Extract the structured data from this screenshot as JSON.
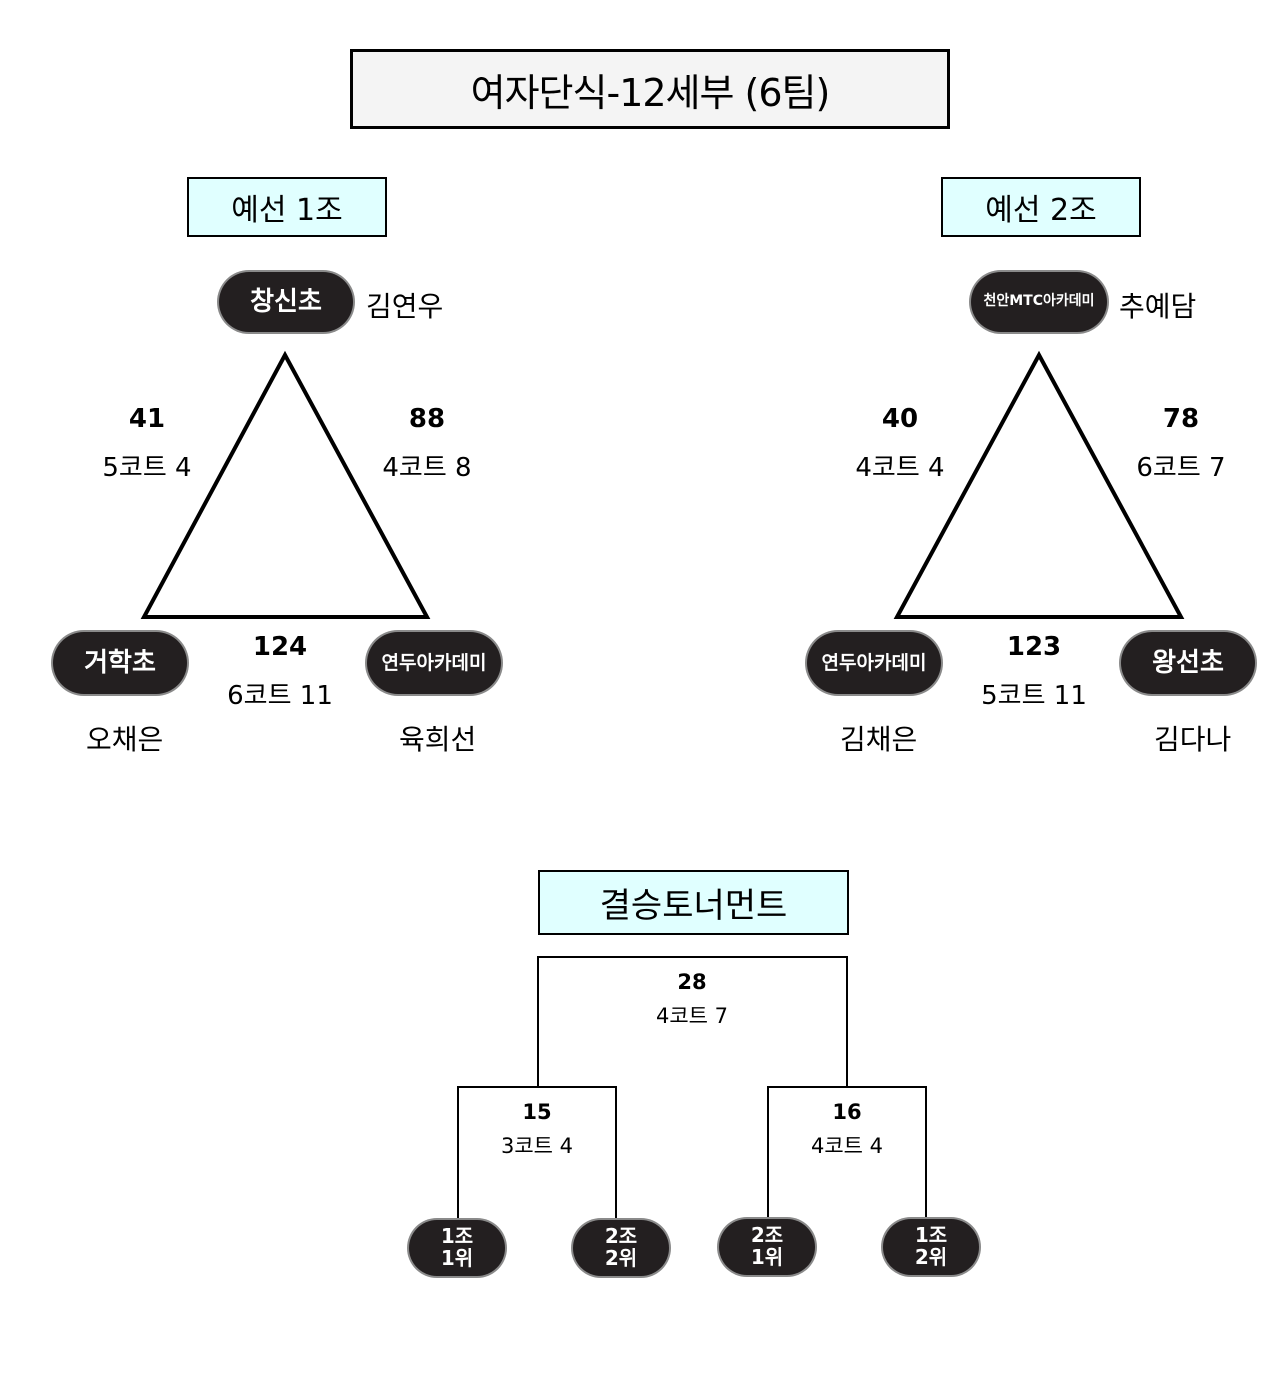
{
  "title": "여자단식-12세부 (6팀)",
  "group1": {
    "label": "예선 1조",
    "top": {
      "team": "창신초",
      "player": "김연우"
    },
    "left": {
      "team": "거학초",
      "player": "오채은"
    },
    "right": {
      "team": "연두아카데미",
      "player": "육희선"
    },
    "match_left": {
      "num": "41",
      "court": "5코트 4"
    },
    "match_right": {
      "num": "88",
      "court": "4코트 8"
    },
    "match_bottom": {
      "num": "124",
      "court": "6코트 11"
    }
  },
  "group2": {
    "label": "예선 2조",
    "top": {
      "team": "천안MTC아카데미",
      "player": "추예담"
    },
    "left": {
      "team": "연두아카데미",
      "player": "김채은"
    },
    "right": {
      "team": "왕선초",
      "player": "김다나"
    },
    "match_left": {
      "num": "40",
      "court": "4코트 4"
    },
    "match_right": {
      "num": "78",
      "court": "6코트 7"
    },
    "match_bottom": {
      "num": "123",
      "court": "5코트 11"
    }
  },
  "final": {
    "label": "결승토너먼트",
    "final_match": {
      "num": "28",
      "court": "4코트 7"
    },
    "semi_left": {
      "num": "15",
      "court": "3코트 4"
    },
    "semi_right": {
      "num": "16",
      "court": "4코트 4"
    },
    "seeds": [
      {
        "line1": "1조",
        "line2": "1위"
      },
      {
        "line1": "2조",
        "line2": "2위"
      },
      {
        "line1": "2조",
        "line2": "1위"
      },
      {
        "line1": "1조",
        "line2": "2위"
      }
    ]
  },
  "colors": {
    "pill": "#231f20",
    "group_box": "#e0ffff",
    "title_box": "#f4f4f4"
  }
}
